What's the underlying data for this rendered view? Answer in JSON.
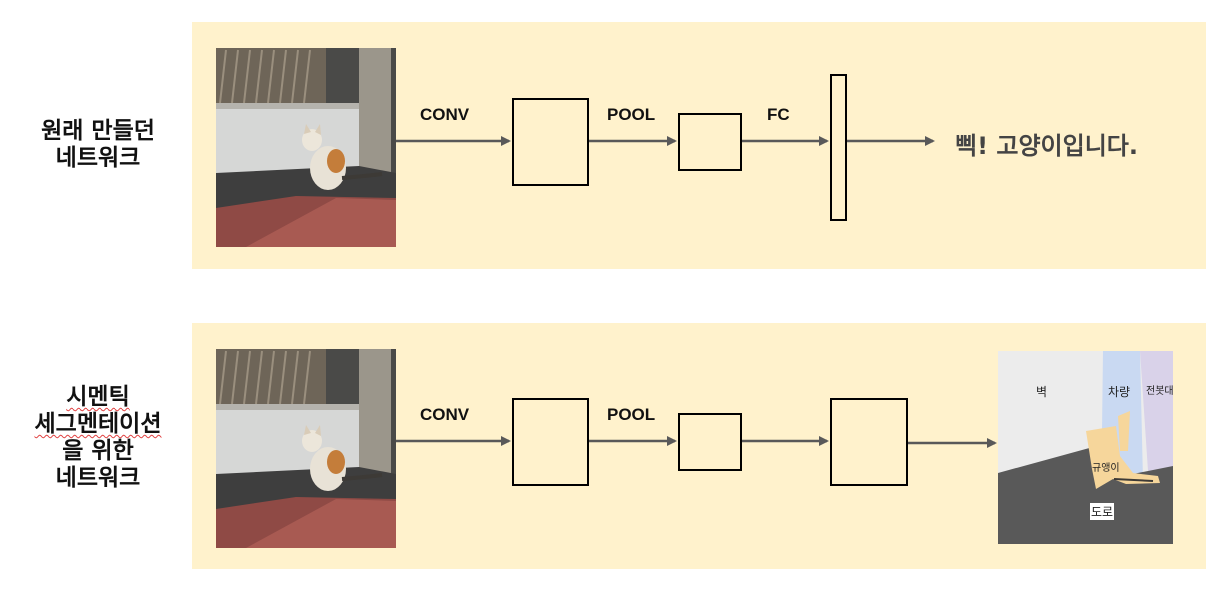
{
  "rows": {
    "top": {
      "label_lines": [
        "원래 만들던",
        "네트워크"
      ],
      "ops": [
        "CONV",
        "POOL",
        "FC"
      ],
      "result": "삑! 고양이입니다."
    },
    "bottom": {
      "label_lines": [
        "시멘틱",
        "세그멘테이션",
        "을 위한",
        "네트워크"
      ],
      "ops": [
        "CONV",
        "POOL"
      ],
      "segments": {
        "wall": "벽",
        "vehicle": "차량",
        "pole": "전봇대",
        "cat": "규앵이",
        "road": "도로"
      }
    }
  },
  "colors": {
    "panel": "#fff2cc",
    "arrow": "#595959",
    "wall": "#ececec",
    "vehicle": "#c9d9f2",
    "pole": "#d9d2e9",
    "cat": "#f6d69b",
    "road": "#595959"
  }
}
